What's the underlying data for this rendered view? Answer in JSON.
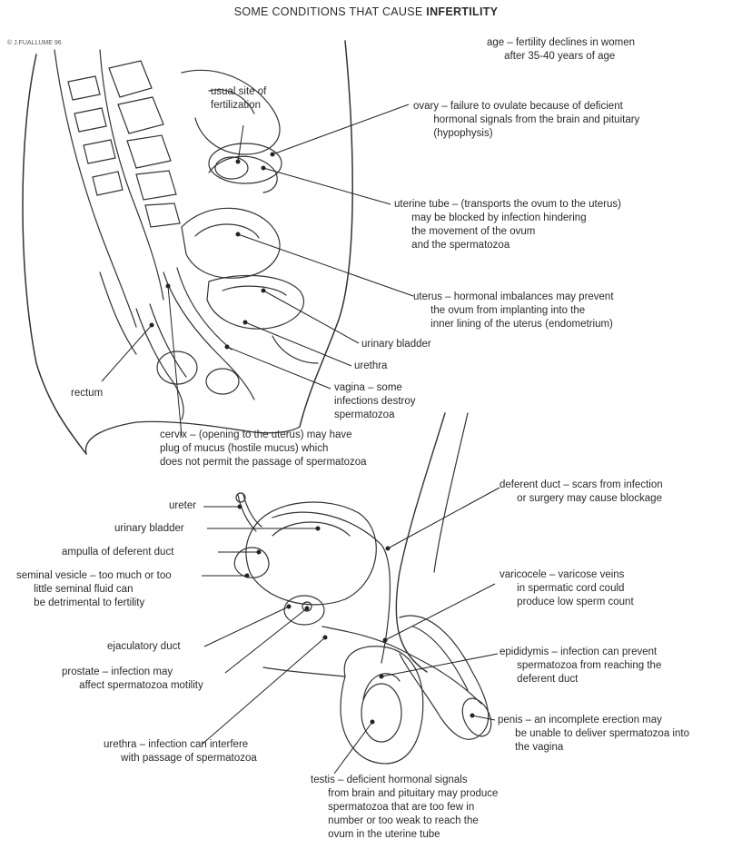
{
  "title": {
    "prefix": "SOME CONDITIONS THAT CAUSE ",
    "emphasis": "INFERTILITY"
  },
  "signature": "© J.FUALLUME 96",
  "female_labels": {
    "age": "age – fertility declines in women\n      after 35-40 years of age",
    "usual_site": "usual site of\nfertilization",
    "ovary": "ovary – failure to ovulate because of deficient\n       hormonal signals from the brain and pituitary\n       (hypophysis)",
    "uterine_tube": "uterine tube – (transports the ovum to the uterus)\n      may be blocked by infection hindering\n      the movement of the ovum\n      and the spermatozoa",
    "uterus": "uterus – hormonal imbalances may prevent\n      the ovum from implanting into the\n      inner lining of the uterus (endometrium)",
    "urinary_bladder": "urinary bladder",
    "urethra": "urethra",
    "vagina": "vagina – some\ninfections destroy\nspermatozoa",
    "rectum": "rectum",
    "cervix": "cervix – (opening to the uterus) may have\nplug of mucus (hostile mucus) which\ndoes not permit the passage of spermatozoa"
  },
  "male_labels": {
    "deferent_duct": "deferent duct – scars from infection\n      or surgery may cause blockage",
    "ureter": "ureter",
    "urinary_bladder": "urinary bladder",
    "ampulla": "ampulla of deferent duct",
    "seminal_vesicle": "seminal vesicle – too much or too\n      little seminal fluid can\n      be detrimental to fertility",
    "varicocele": "varicocele – varicose veins\n      in spermatic cord could\n      produce low sperm count",
    "ejaculatory_duct": "ejaculatory duct",
    "epididymis": "epididymis – infection can prevent\n      spermatozoa from reaching the\n      deferent duct",
    "prostate": "prostate – infection may\n      affect spermatozoa motility",
    "penis": "penis – an incomplete erection may\n      be unable to deliver spermatozoa into\n      the vagina",
    "urethra": "urethra – infection can interfere\n      with passage of spermatozoa",
    "testis": "testis – deficient hormonal signals\n      from brain and pituitary may produce\n      spermatozoa that are too few in\n      number or too weak to reach the\n      ovum in the uterine tube"
  }
}
